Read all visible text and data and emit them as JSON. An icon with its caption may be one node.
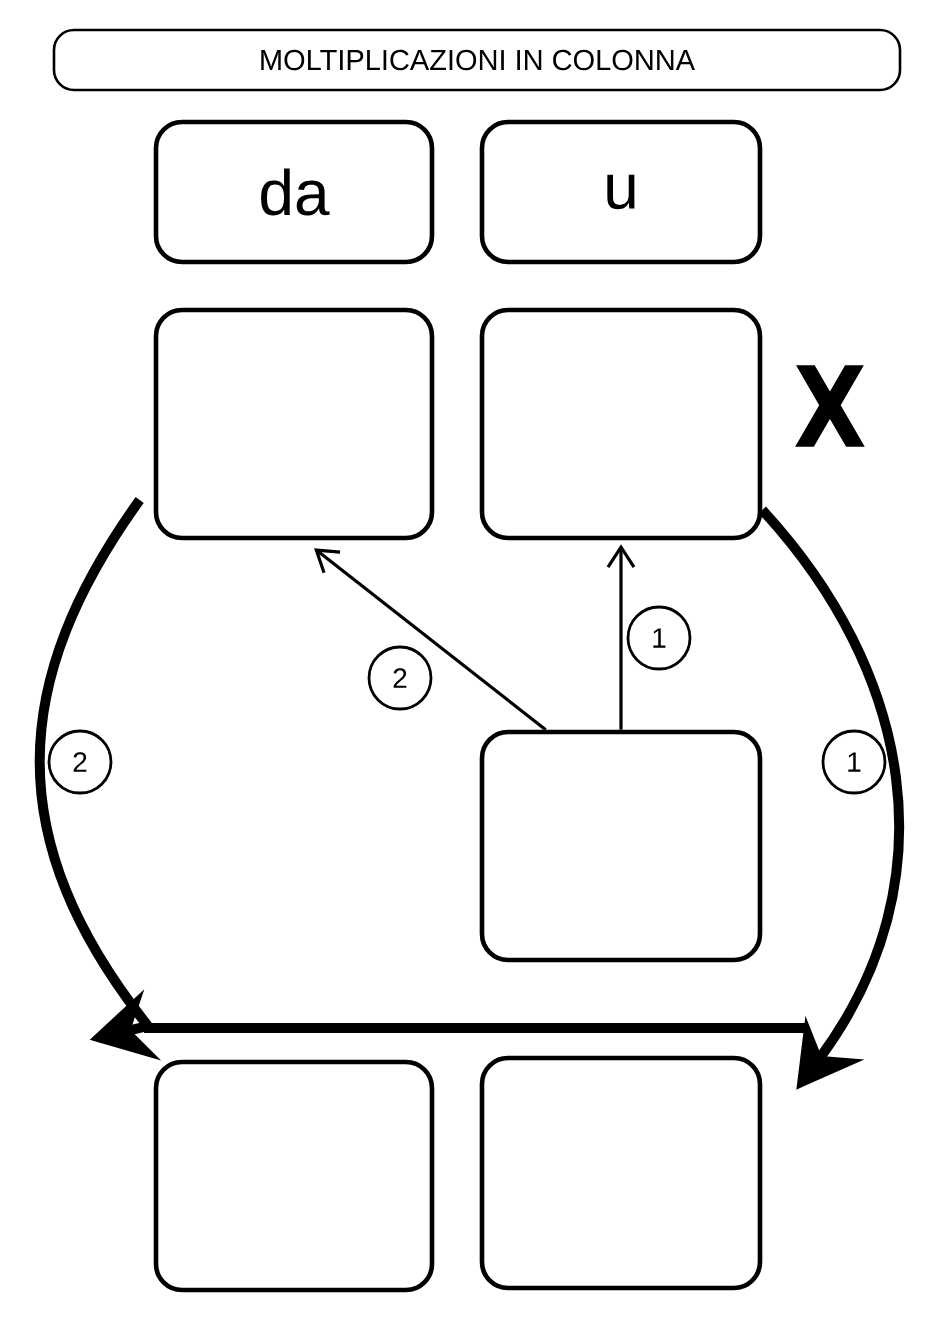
{
  "diagram": {
    "title": "MOLTIPLICAZIONI IN COLONNA",
    "nodes": [
      {
        "text": [
          "da"
        ]
      },
      {
        "text": [
          "u"
        ]
      },
      {
        "text": [],
        "shape": "box"
      },
      {
        "text": [],
        "shape": "box"
      },
      {
        "text": [],
        "shape": "box"
      },
      {
        "text": [],
        "shape": "box"
      },
      {
        "text": [],
        "shape": "box"
      }
    ],
    "edges": [
      {
        "from": 4,
        "to": 3,
        "arrow": "to",
        "label": "1"
      },
      {
        "from": 4,
        "to": 2,
        "arrow": "to",
        "label": "2"
      },
      {
        "from": 3,
        "to": 6,
        "arrow": "to",
        "label": "1",
        "style": "thick"
      },
      {
        "from": 2,
        "to": 5,
        "arrow": "to",
        "label": "2",
        "style": "thick"
      }
    ],
    "labels": [
      "X"
    ]
  }
}
